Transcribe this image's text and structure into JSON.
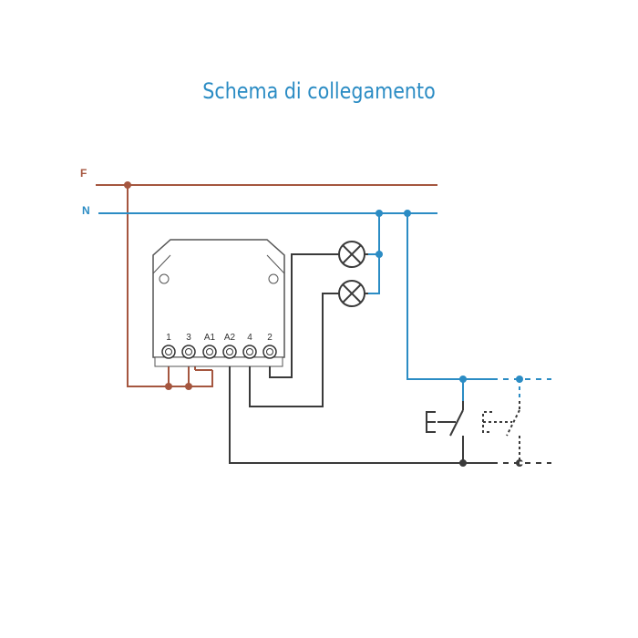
{
  "title": "Schema di collegamento",
  "lines": {
    "phase_label": "F",
    "neutral_label": "N"
  },
  "terminals": [
    "1",
    "3",
    "A1",
    "A2",
    "4",
    "2"
  ],
  "colors": {
    "phase": "#a5563f",
    "neutral": "#2b8cc4",
    "wire": "#3a3a3a",
    "device": "#555555"
  },
  "components": {
    "lamps": 2,
    "pushbuttons": "pushbutton-switch",
    "additional_pushbutton": "dashed-pushbutton"
  }
}
